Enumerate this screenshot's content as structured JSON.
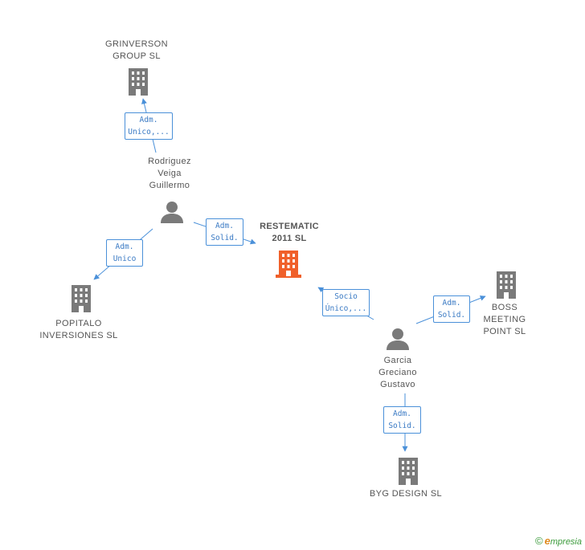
{
  "companies": {
    "restematic": {
      "line1": "RESTEMATIC",
      "line2": "2011 SL"
    },
    "grinverson": {
      "line1": "GRINVERSON",
      "line2": "GROUP SL"
    },
    "popitalo": {
      "line1": "POPITALO",
      "line2": "INVERSIONES SL"
    },
    "boss": {
      "line1": "BOSS",
      "line2": "MEETING",
      "line3": "POINT SL"
    },
    "byg": {
      "line1": "BYG DESIGN SL"
    }
  },
  "persons": {
    "rodriguez": {
      "line1": "Rodriguez",
      "line2": "Veiga",
      "line3": "Guillermo"
    },
    "garcia": {
      "line1": "Garcia",
      "line2": "Greciano",
      "line3": "Gustavo"
    }
  },
  "roles": {
    "rodriguez_grinverson": {
      "line1": "Adm.",
      "line2": "Unico,..."
    },
    "rodriguez_restematic": {
      "line1": "Adm.",
      "line2": "Solid."
    },
    "rodriguez_popitalo": {
      "line1": "Adm.",
      "line2": "Unico"
    },
    "garcia_restematic": {
      "line1": "Socio",
      "line2": "Único,..."
    },
    "garcia_boss": {
      "line1": "Adm.",
      "line2": "Solid."
    },
    "garcia_byg": {
      "line1": "Adm.",
      "line2": "Solid."
    }
  },
  "colors": {
    "line": "#4a90d9",
    "building": "#7a7a7a",
    "building_focus": "#f0602a",
    "person": "#7a7a7a"
  },
  "brand": {
    "copyright": "©",
    "e": "e",
    "rest": "mpresia"
  }
}
